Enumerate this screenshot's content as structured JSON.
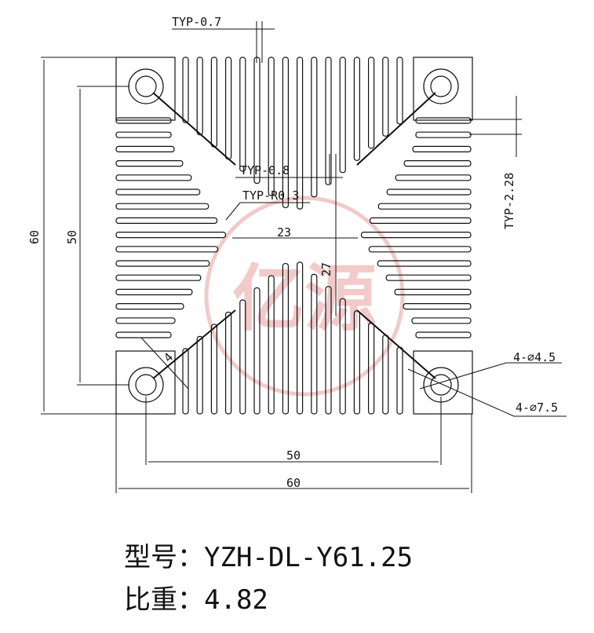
{
  "drawing": {
    "watermark_color": "#e8a0a0",
    "line_color": "#111111",
    "labels": {
      "typ_fin_thickness": "TYP-0.7",
      "typ_center_gap": "TYP-0.8",
      "typ_radius": "TYP-R0.3",
      "typ_pitch": "TYP-2.28",
      "inner_width": "23",
      "inner_height": "27",
      "hole_pitch_v": "50",
      "overall_height": "60",
      "hole_pitch_h": "50",
      "overall_width": "60",
      "small_holes": "4-⌀4.5",
      "large_holes": "4-⌀7.5",
      "corner_dim": "4"
    }
  },
  "info": {
    "model_label": "型号：",
    "model_value": "YZH-DL-Y61.25",
    "weight_label": "比重：",
    "weight_value": "4.82"
  }
}
